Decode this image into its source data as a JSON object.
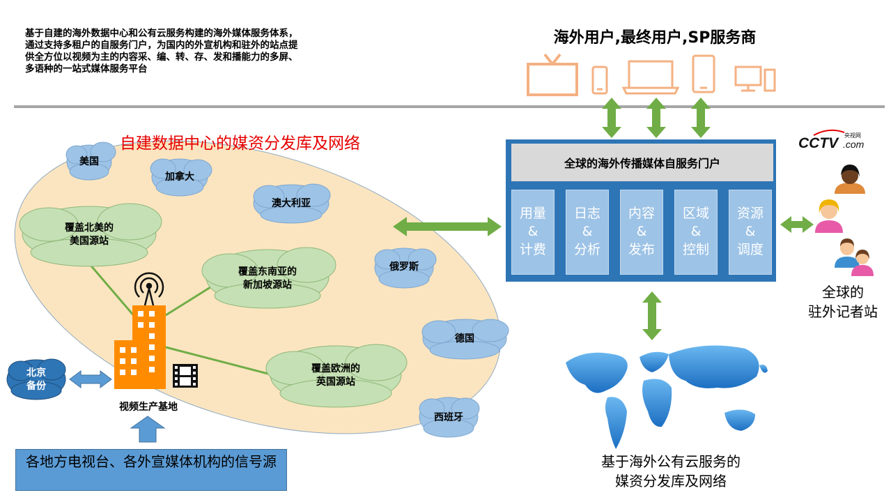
{
  "intro_text": "基于自建的海外数据中心和公有云服务构建的海外媒体服务体系，通过支持多租户的自服务门户，为国内的外宣机构和驻外的站点提供全方位以视频为主的内容采、编、转、存、发和播能力的多屏、多语种的一站式媒体服务平台",
  "top_users": "海外用户,最终用户,SP服务商",
  "self_dc_title": "自建数据中心的媒资分发库及网络",
  "country_clouds": [
    "美国",
    "加拿大",
    "澳大利亚",
    "俄罗斯",
    "德国",
    "西班牙"
  ],
  "source_stations": [
    {
      "line1": "覆盖北美的",
      "line2": "美国源站"
    },
    {
      "line1": "覆盖东南亚的",
      "line2": "新加坡源站"
    },
    {
      "line1": "覆盖欧洲的",
      "line2": "英国源站"
    }
  ],
  "beijing_backup": {
    "line1": "北京",
    "line2": "备份"
  },
  "production_base": "视频生产基地",
  "signal_source": "各地方电视台、各外宣媒体机构的信号源",
  "portal": {
    "title": "全球的海外传播媒体自服务门户",
    "modules": [
      {
        "line1": "用量",
        "amp": "&",
        "line2": "计费"
      },
      {
        "line1": "日志",
        "amp": "&",
        "line2": "分析"
      },
      {
        "line1": "内容",
        "amp": "&",
        "line2": "发布"
      },
      {
        "line1": "区域",
        "amp": "&",
        "line2": "控制"
      },
      {
        "line1": "资源",
        "amp": "&",
        "line2": "调度"
      }
    ]
  },
  "cctv": {
    "brand": "CCTV",
    "suffix": ".com",
    "cn": "央视网"
  },
  "reporter_station": {
    "line1": "全球的",
    "line2": "驻外记者站"
  },
  "public_cloud": {
    "line1": "基于海外公有云服务的",
    "line2": "媒资分发库及网络"
  },
  "colors": {
    "ellipse_fill": "#fbe5c0",
    "country_cloud": "#9dc3e6",
    "station_cloud": "#c5e0b4",
    "green_arrow": "#70ad47",
    "blue_arrow": "#5b9bd5",
    "portal_blue": "#2e75b6",
    "module_blue": "#9dc3e6",
    "device_orange": "#f4b183",
    "building_orange": "#ff8c00",
    "title_red": "#e60000"
  }
}
